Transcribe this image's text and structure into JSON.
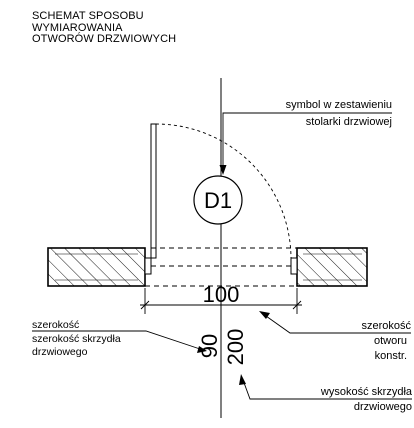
{
  "title": [
    "SCHEMAT SPOSOBU",
    "WYMIAROWANIA",
    "OTWORÓW DRZWIOWYCH"
  ],
  "door_symbol": "D1",
  "symbol_note": [
    "symbol w zestawieniu",
    "stolarki drzwiowej"
  ],
  "dim_width": "100",
  "dim_leaf_width": "90",
  "dim_height": "200",
  "left_labels": [
    "szerokość",
    "szerokość skrzydła",
    "drzwiowego"
  ],
  "opening_note": [
    "szerokość",
    "otworu",
    "konstr."
  ],
  "leaf_height_note": [
    "wysokość skrzydła",
    "drzwiowego"
  ]
}
